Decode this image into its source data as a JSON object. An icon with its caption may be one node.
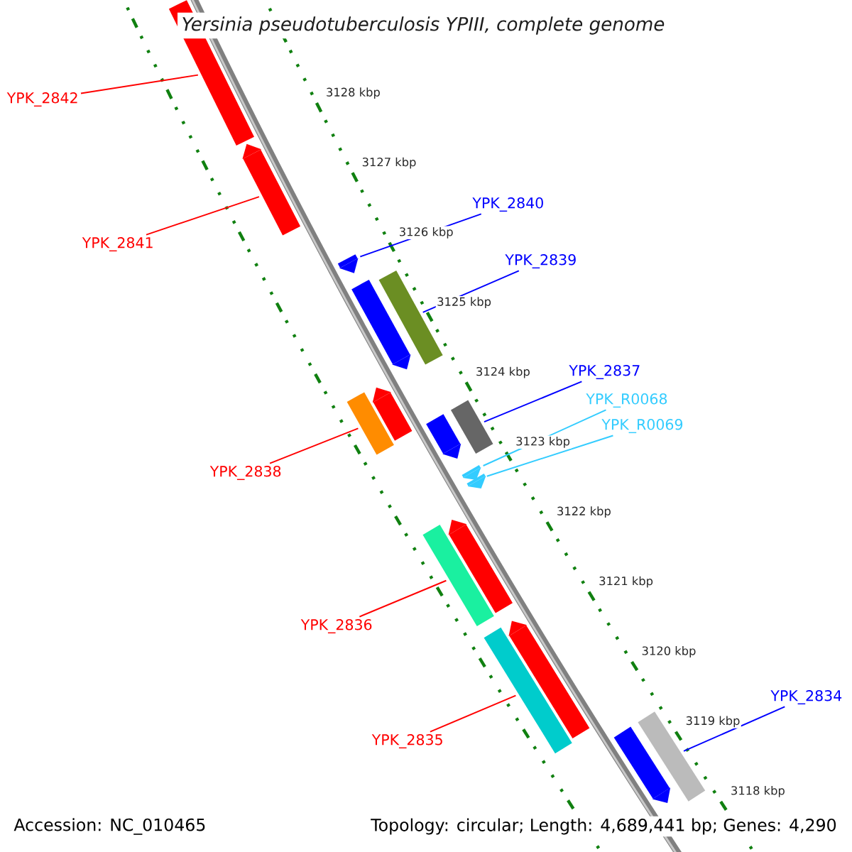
{
  "diagram": {
    "title": "Yersinia pseudotuberculosis YPIII, complete genome",
    "nodes": [
      {
        "text": [],
        "shape": "bar"
      },
      {
        "text": [],
        "shape": "pentagon"
      },
      {
        "text": [],
        "shape": "pentagon"
      },
      {
        "text": [],
        "shape": "bar"
      },
      {
        "text": [],
        "shape": "pentagon"
      },
      {
        "text": [],
        "shape": "bar"
      },
      {
        "text": [],
        "shape": "pentagon"
      },
      {
        "text": [],
        "shape": "bar"
      },
      {
        "text": [],
        "shape": "pentagon"
      },
      {
        "text": [],
        "shape": "pentagon"
      },
      {
        "text": [],
        "shape": "pentagon"
      },
      {
        "text": [],
        "shape": "bar"
      },
      {
        "text": [],
        "shape": "pentagon"
      },
      {
        "text": [],
        "shape": "bar"
      },
      {
        "text": [],
        "shape": "pentagon"
      },
      {
        "text": [],
        "shape": "bar"
      },
      {
        "text": [],
        "shape": "pentagon"
      },
      {
        "text": [
          "YPK_2842"
        ]
      },
      {
        "text": [
          "YPK_2841"
        ]
      },
      {
        "text": [
          "YPK_2840"
        ]
      },
      {
        "text": [
          "YPK_2839"
        ]
      },
      {
        "text": [
          "YPK_2837"
        ]
      },
      {
        "text": [
          "YPK_R0068"
        ]
      },
      {
        "text": [
          "YPK_R0069"
        ]
      },
      {
        "text": [
          "YPK_2838"
        ]
      },
      {
        "text": [
          "YPK_2836"
        ]
      },
      {
        "text": [
          "YPK_2835"
        ]
      },
      {
        "text": [
          "YPK_2834"
        ]
      }
    ],
    "edges": [
      {
        "from": 17,
        "to": 0,
        "arrow": "none"
      },
      {
        "from": 18,
        "to": 1,
        "arrow": "none"
      },
      {
        "from": 19,
        "to": 2,
        "arrow": "none",
        "color": "#0000ff"
      },
      {
        "from": 20,
        "to": 3,
        "arrow": "none",
        "color": "#0000ff"
      },
      {
        "from": 21,
        "to": 7,
        "arrow": "none",
        "color": "#0000ff"
      },
      {
        "from": 22,
        "to": 9,
        "arrow": "none",
        "color": "#33ccff"
      },
      {
        "from": 23,
        "to": 10,
        "arrow": "none",
        "color": "#33ccff"
      },
      {
        "from": 24,
        "to": 5,
        "arrow": "none"
      },
      {
        "from": 25,
        "to": 11,
        "arrow": "none"
      },
      {
        "from": 26,
        "to": 13,
        "arrow": "none"
      },
      {
        "from": 27,
        "to": 15,
        "arrow": "none",
        "color": "#0000ff"
      }
    ],
    "labels": [
      "3128 kbp",
      "3127 kbp",
      "3126 kbp",
      "3125 kbp",
      "3124 kbp",
      "3123 kbp",
      "3122 kbp",
      "3121 kbp",
      "3120 kbp",
      "3119 kbp",
      "3118 kbp",
      "Accession: NC_010465",
      "Topology: circular; Length: 4,689,441 bp; Genes: 4,290"
    ]
  }
}
